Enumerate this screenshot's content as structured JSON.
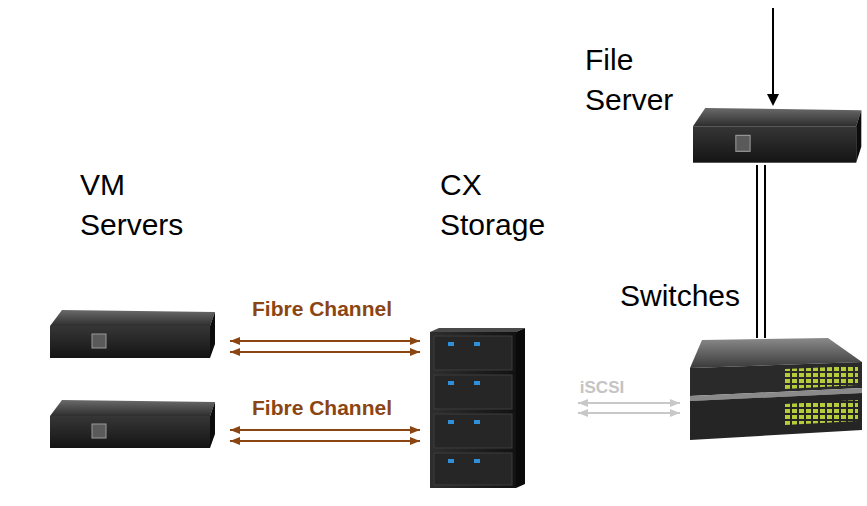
{
  "diagram": {
    "nodes": [
      {
        "text": [
          "File Server"
        ]
      },
      {
        "text": [
          "VM Servers"
        ]
      },
      {
        "text": [
          "CX Storage"
        ]
      },
      {
        "text": [
          "Switches"
        ]
      }
    ],
    "edges": [
      {
        "from": 1,
        "to": 2,
        "label": "Fibre Channel",
        "arrow": "both"
      },
      {
        "from": 1,
        "to": 2,
        "label": "Fibre Channel",
        "arrow": "both"
      },
      {
        "from": 2,
        "to": 3,
        "label": "iSCSI",
        "arrow": "both"
      },
      {
        "from": 0,
        "to": 3,
        "arrow": "none"
      }
    ]
  }
}
